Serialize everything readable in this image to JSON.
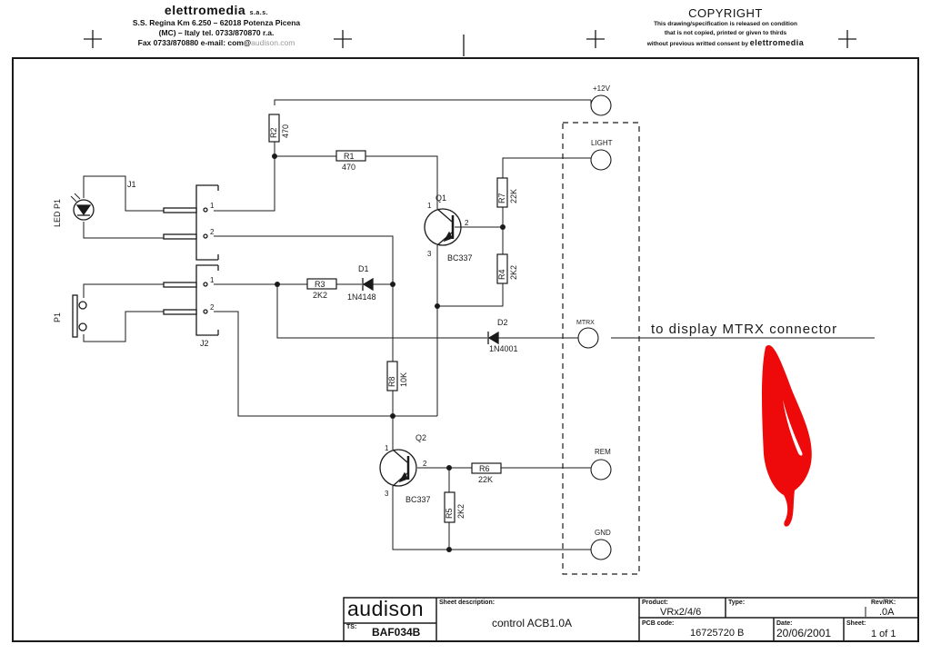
{
  "header": {
    "company": "elettromedia",
    "company_suffix": "s.a.s.",
    "address_line1": "S.S. Regina Km 6.250 – 62018 Potenza Picena",
    "address_line2": "(MC) – Italy    tel. 0733/870870  r.a.",
    "fax_line": "Fax 0733/870880 e-mail: com@",
    "email_domain": "audison.com",
    "copyright_title": "COPYRIGHT",
    "copyright_line1": "This drawing/specification is released on condition",
    "copyright_line2": "that is not copied, printed or given to thirds",
    "copyright_line3": "without previous writted consent by",
    "copyright_brand": "elettromedia"
  },
  "schematic": {
    "connectors": [
      {
        "ref": "J1",
        "pins": [
          "1",
          "2"
        ]
      },
      {
        "ref": "J2",
        "pins": [
          "1",
          "2"
        ]
      }
    ],
    "led": {
      "ref": "LED P1"
    },
    "pushbutton": {
      "ref": "P1"
    },
    "resistors": [
      {
        "ref": "R1",
        "value": "470"
      },
      {
        "ref": "R2",
        "value": "470"
      },
      {
        "ref": "R3",
        "value": "2K2"
      },
      {
        "ref": "R4",
        "value": "2K2"
      },
      {
        "ref": "R5",
        "value": "2K2"
      },
      {
        "ref": "R6",
        "value": "22K"
      },
      {
        "ref": "R7",
        "value": "22K"
      },
      {
        "ref": "R8",
        "value": "10K"
      }
    ],
    "diodes": [
      {
        "ref": "D1",
        "part": "1N4148"
      },
      {
        "ref": "D2",
        "part": "1N4001"
      }
    ],
    "transistors": [
      {
        "ref": "Q1",
        "part": "BC337",
        "pins": [
          "1",
          "2",
          "3"
        ]
      },
      {
        "ref": "Q2",
        "part": "BC337",
        "pins": [
          "1",
          "2",
          "3"
        ]
      }
    ],
    "terminals": [
      "+12V",
      "LIGHT",
      "MTRX",
      "REM",
      "GND"
    ],
    "annotation": "to display MTRX connector"
  },
  "title_block": {
    "brand": "audison",
    "ts_label": "TS:",
    "ts_value": "BAF034B",
    "sheet_desc_label": "Sheet description:",
    "sheet_desc_value": "control ACB1.0A",
    "product_label": "Product:",
    "product_value": "VRx2/4/6",
    "type_label": "Type:",
    "type_value": "",
    "rev_label": "Rev/RK:",
    "rev_value": ".0A",
    "pcb_label": "PCB code:",
    "pcb_value": "16725720 B",
    "date_label": "Date:",
    "date_value": "20/06/2001",
    "sheet_label": "Sheet:",
    "sheet_value": "1 of 1"
  },
  "colors": {
    "ink": "#1a1a1a",
    "pepper": "#ee0a0a"
  },
  "decorations": {
    "pepper_icon": "chili-pepper-icon"
  }
}
